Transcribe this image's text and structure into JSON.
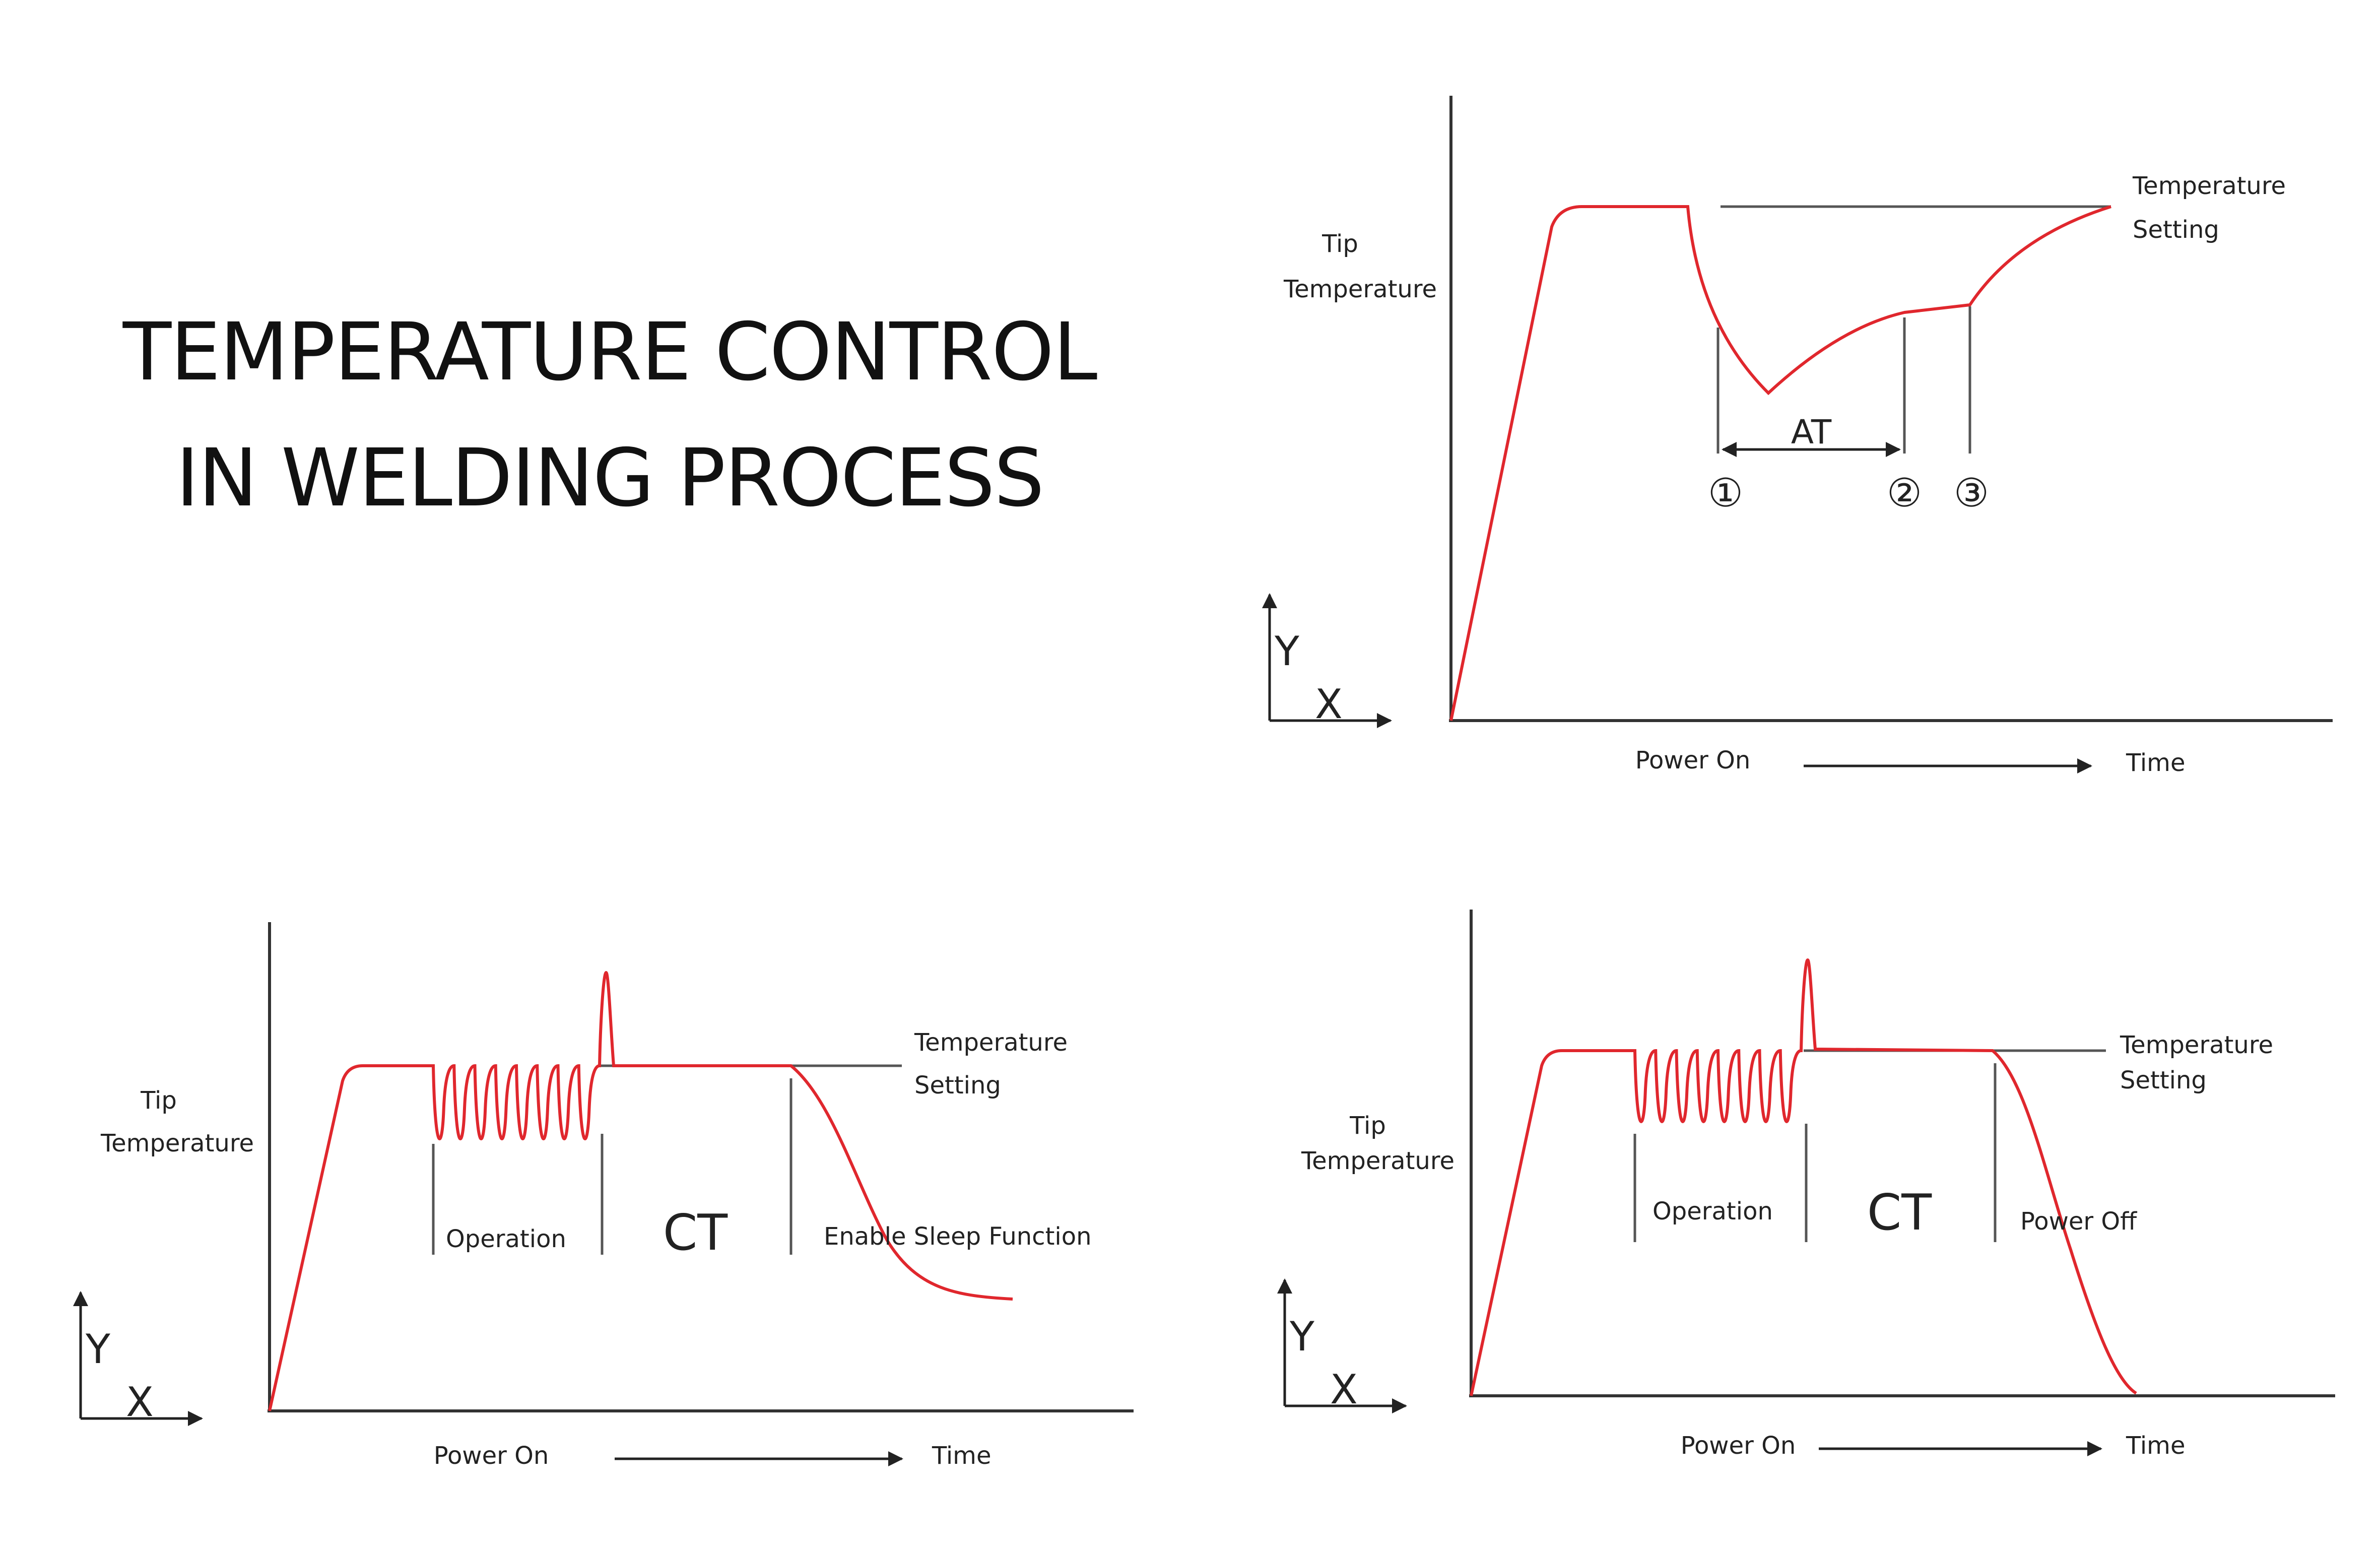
{
  "title": {
    "line1": "TEMPERATURE CONTROL",
    "line2": "IN WELDING PROCESS"
  },
  "colors": {
    "curve": "#e0272d",
    "axis": "#333333",
    "guide": "#555555"
  },
  "diagram_top": {
    "y_label_line1": "Tip",
    "y_label_line2": "Temperature",
    "setting_line1": "Temperature",
    "setting_line2": "Setting",
    "interval_label": "AT",
    "marker_1": "①",
    "marker_2": "②",
    "marker_3": "③",
    "x_start_label": "Power On",
    "x_end_label": "Time",
    "axis_y": "Y",
    "axis_x": "X"
  },
  "diagram_bottom_left": {
    "y_label_line1": "Tip",
    "y_label_line2": "Temperature",
    "setting_line1": "Temperature",
    "setting_line2": "Setting",
    "phase_operation": "Operation",
    "phase_ct": "CT",
    "phase_end": "Enable Sleep Function",
    "x_start_label": "Power On",
    "x_end_label": "Time",
    "axis_y": "Y",
    "axis_x": "X"
  },
  "diagram_bottom_right": {
    "y_label_line1": "Tip",
    "y_label_line2": "Temperature",
    "setting_line1": "Temperature",
    "setting_line2": "Setting",
    "phase_operation": "Operation",
    "phase_ct": "CT",
    "phase_end": "Power Off",
    "x_start_label": "Power On",
    "x_end_label": "Time",
    "axis_y": "Y",
    "axis_x": "X"
  }
}
